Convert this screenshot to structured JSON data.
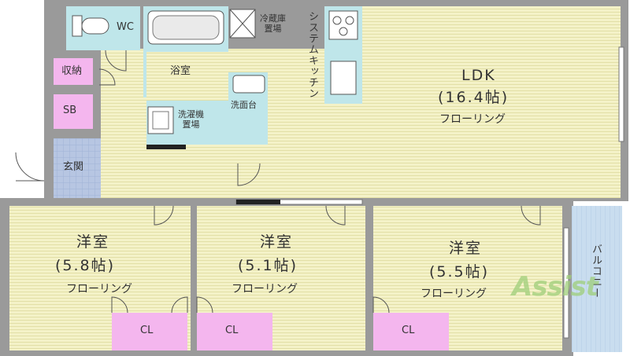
{
  "plan": {
    "rooms": {
      "wc": "WC",
      "storage": "収納",
      "bath": "浴室",
      "sb": "SB",
      "entrance": "玄関",
      "washbasin": "洗面台",
      "washer": "洗濯機\n置場",
      "fridge": "冷蔵庫\n置場",
      "kitchen": "システムキッチン",
      "ldk_name": "LDK",
      "ldk_size": "(16.4帖)",
      "ldk_floor": "フローリング",
      "w1_name": "洋室",
      "w1_size": "(5.8帖)",
      "w1_floor": "フローリング",
      "w2_name": "洋室",
      "w2_size": "(5.1帖)",
      "w2_floor": "フローリング",
      "w3_name": "洋室",
      "w3_size": "(5.5帖)",
      "w3_floor": "フローリング",
      "balcony": "バルコニー",
      "cl1": "CL",
      "cl2": "CL",
      "cl3": "CL"
    },
    "logo": "Assist",
    "colors": {
      "wall": "#9a9a9a",
      "floor": "#f4f2c8",
      "wet": "#bfe6ea",
      "closet": "#f4b6ee",
      "entry": "#b7c6e2",
      "balcony": "#c9ddef",
      "logo": "#9fcf7a"
    }
  }
}
